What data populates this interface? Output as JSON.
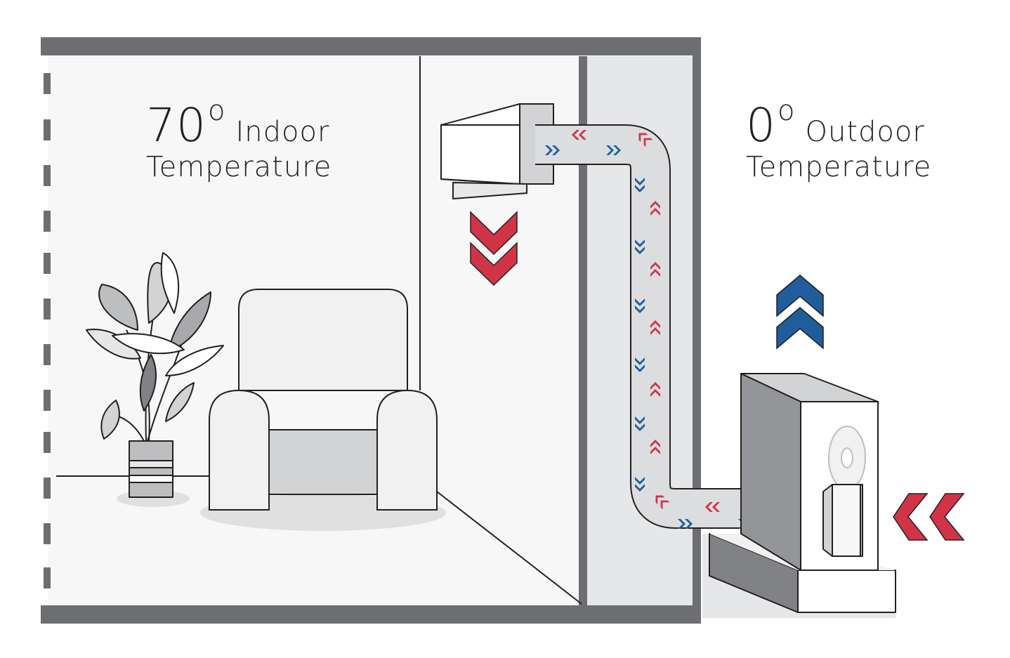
{
  "indoor": {
    "value": "70",
    "degree": "o",
    "label": "Indoor",
    "line2": "Temperature"
  },
  "outdoor": {
    "value": "0",
    "degree": "o",
    "label": "Outdoor",
    "line2": "Temperature"
  },
  "colors": {
    "wall": "#6d6e71",
    "room_fill": "#f7f7f7",
    "pillar": "#e6e7e8",
    "hot_arrow": "#d13447",
    "cold_arrow": "#1f5e9a",
    "outline": "#231f20"
  },
  "icons": [
    "indoor-ac-unit",
    "outdoor-condenser",
    "armchair",
    "potted-plant",
    "refrigerant-pipe"
  ]
}
